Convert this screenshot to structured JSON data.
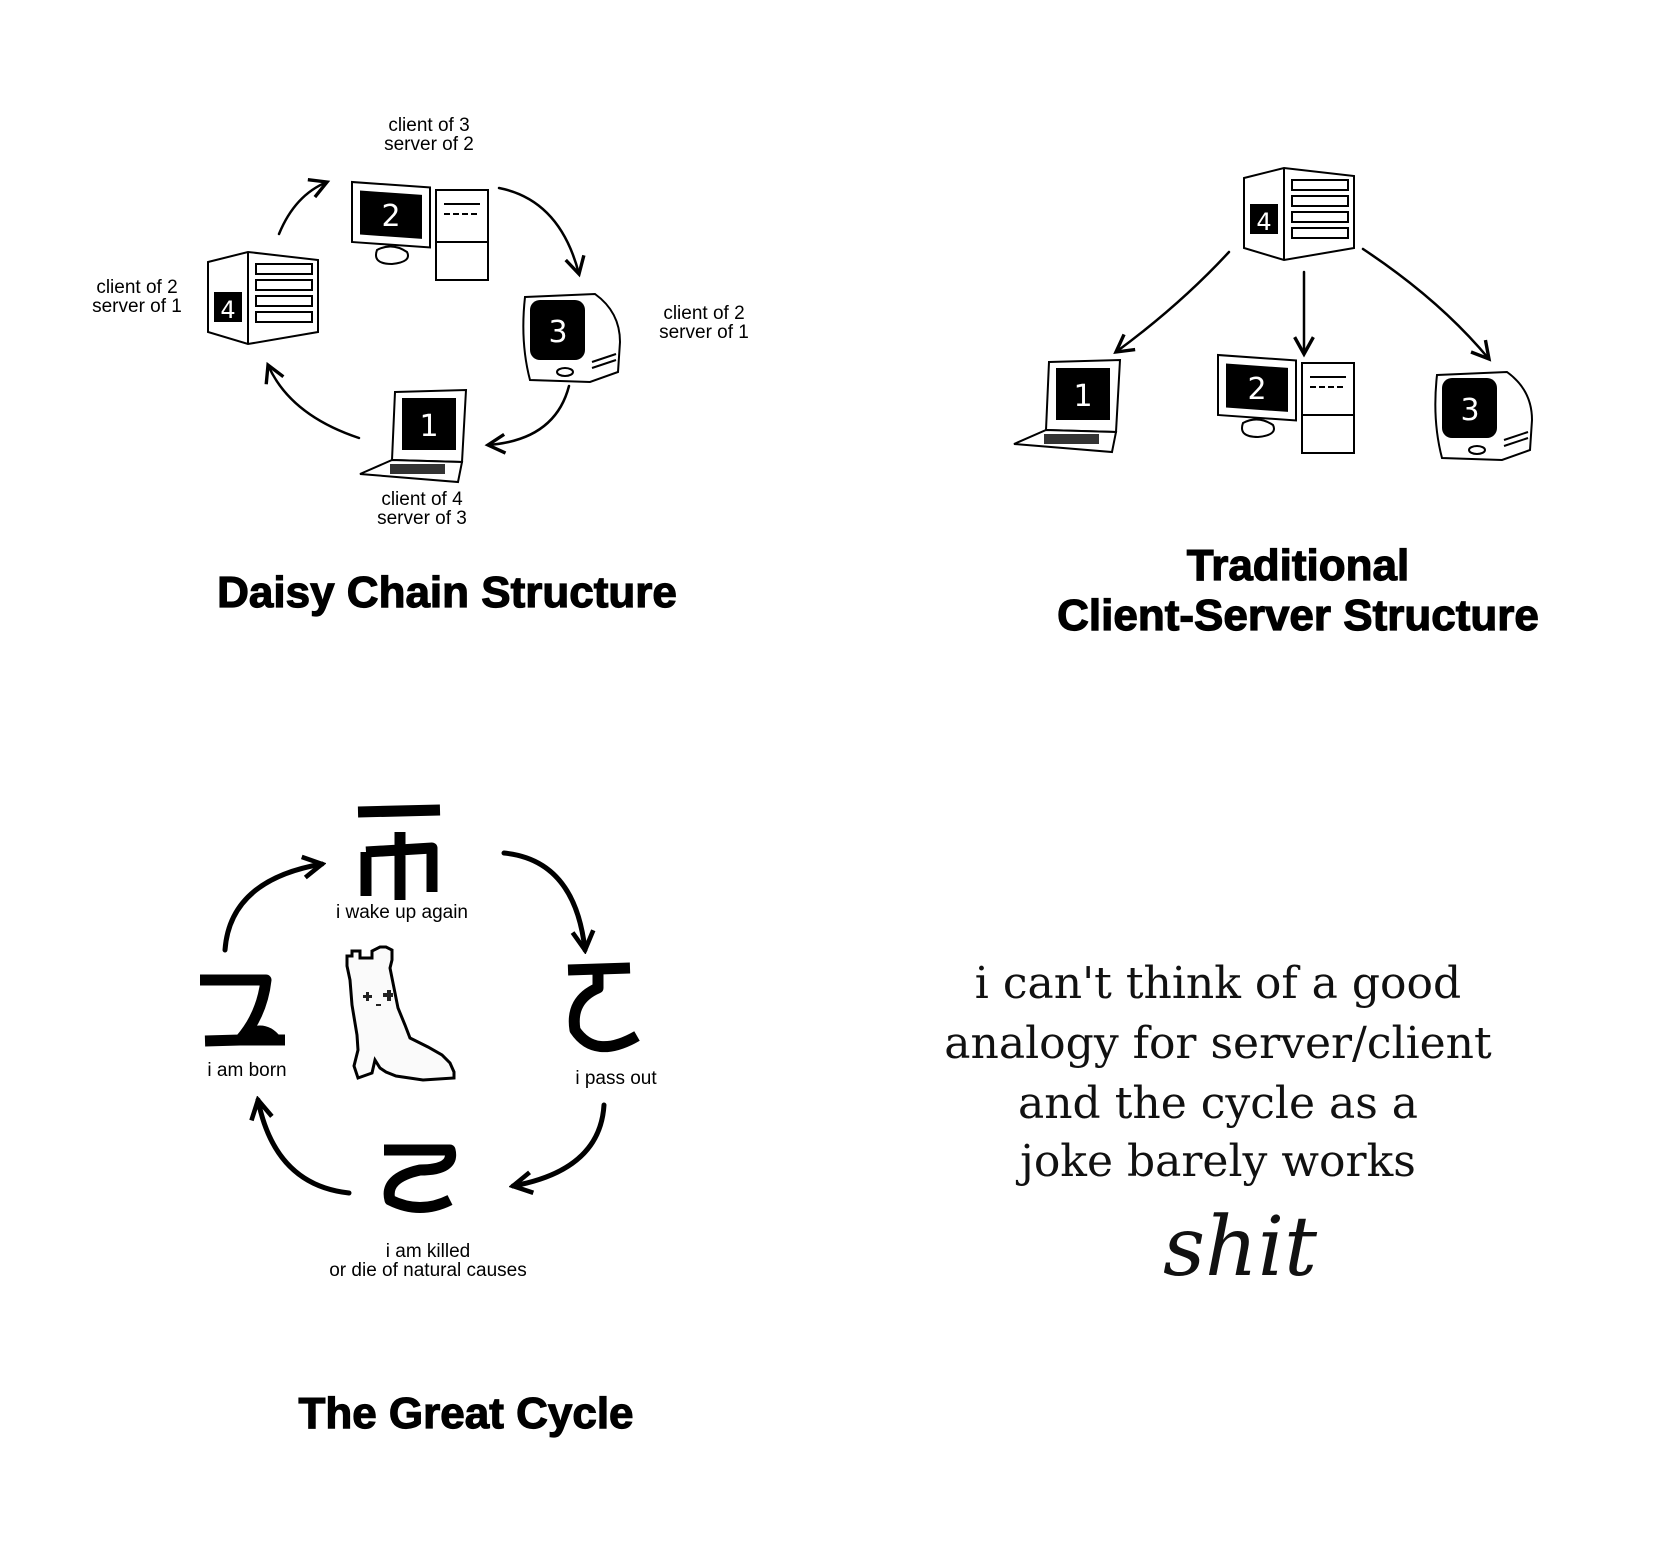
{
  "daisy_chain": {
    "title": "Daisy Chain Structure",
    "nodes": [
      {
        "number": "1",
        "device": "laptop",
        "label_line1": "client of 4",
        "label_line2": "server of 3"
      },
      {
        "number": "2",
        "device": "desktop",
        "label_line1": "client of 3",
        "label_line2": "server of 2"
      },
      {
        "number": "3",
        "device": "crt-monitor",
        "label_line1": "client of 2",
        "label_line2": "server of 1"
      },
      {
        "number": "4",
        "device": "server-rack",
        "label_line1": "client of 2",
        "label_line2": "server of 1"
      }
    ]
  },
  "client_server": {
    "title_line1": "Traditional",
    "title_line2": "Client-Server Structure",
    "server_number": "4",
    "client_numbers": [
      "1",
      "2",
      "3"
    ]
  },
  "great_cycle": {
    "title": "The Great Cycle",
    "stages": {
      "top": "i wake up again",
      "right": "i pass out",
      "bottom_line1": "i am killed",
      "bottom_line2": "or die of natural causes",
      "left": "i am born"
    }
  },
  "note": {
    "lines": [
      "i can't think of a good",
      "analogy for server/client",
      "and the cycle as a",
      "joke barely works"
    ],
    "exclamation": "shit"
  }
}
